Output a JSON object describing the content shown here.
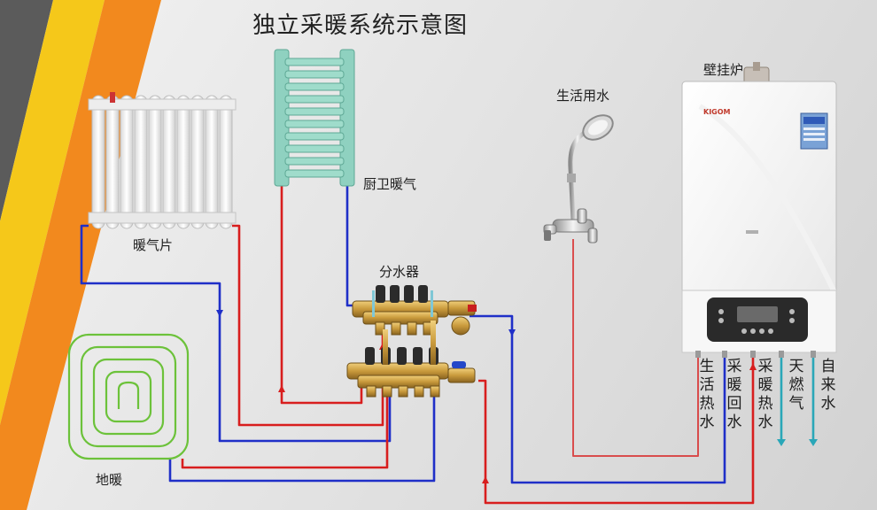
{
  "title": "独立采暖系统示意图",
  "labels": {
    "radiator": "暖气片",
    "towel_rack": "厨卫暖气",
    "manifold": "分水器",
    "floor_heating": "地暖",
    "domestic_water": "生活用水",
    "boiler": "壁挂炉"
  },
  "boiler": {
    "brand": "KIGOM",
    "connections": [
      "生活热水",
      "采暖回水",
      "采暖热水",
      "天燃气",
      "自来水"
    ]
  },
  "colors": {
    "supply_pipe": "#d81e1e",
    "return_pipe": "#1f2fc8",
    "floor_coil": "#6cc23a",
    "gas_water_pipe": "#2aa7b8",
    "radiator": "#f4f4f4",
    "towel_rack": "#8fd1c0",
    "brass": "#c99a3c"
  }
}
